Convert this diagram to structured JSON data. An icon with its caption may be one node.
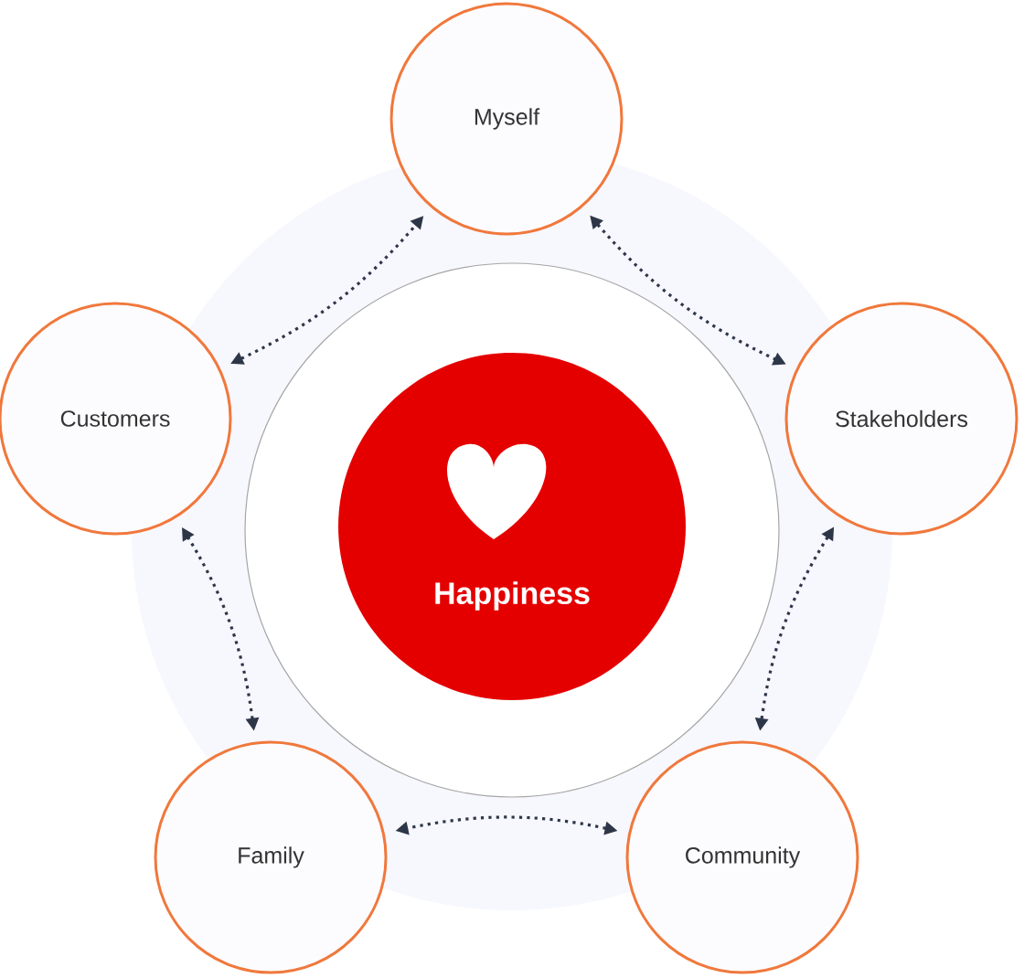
{
  "diagram": {
    "nodes": [
      {
        "text": [
          "Happiness"
        ]
      },
      {
        "text": [
          "Myself"
        ]
      },
      {
        "text": [
          "Customers"
        ]
      },
      {
        "text": [
          "Stakeholders"
        ]
      },
      {
        "text": [
          "Family"
        ]
      },
      {
        "text": [
          "Community"
        ]
      }
    ],
    "edges": [
      {
        "from": 2,
        "to": 1,
        "arrow": "both"
      },
      {
        "from": 1,
        "to": 3,
        "arrow": "both"
      },
      {
        "from": 3,
        "to": 5,
        "arrow": "both"
      },
      {
        "from": 5,
        "to": 4,
        "arrow": "both"
      },
      {
        "from": 4,
        "to": 2,
        "arrow": "both"
      }
    ]
  }
}
